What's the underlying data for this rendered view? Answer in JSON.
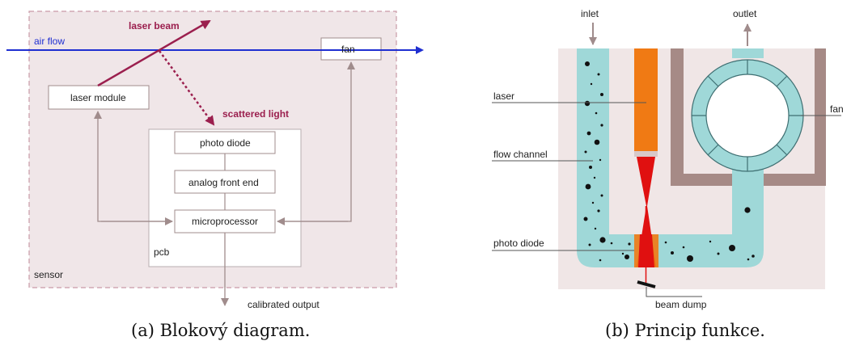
{
  "left_diagram": {
    "air_flow": "air flow",
    "laser_beam": "laser beam",
    "fan": "fan",
    "laser_module": "laser module",
    "scattered_light": "scattered light",
    "photo_diode": "photo diode",
    "analog_front_end": "analog front end",
    "microprocessor": "microprocessor",
    "pcb": "pcb",
    "sensor": "sensor",
    "calibrated_output": "calibrated output",
    "caption": "(a) Blokový diagram."
  },
  "right_diagram": {
    "inlet": "inlet",
    "outlet": "outlet",
    "laser": "laser",
    "flow_channel": "flow channel",
    "fan": "fan",
    "photo_diode": "photo diode",
    "beam_dump": "beam dump",
    "caption": "(b) Princip funkce."
  },
  "colors": {
    "sensor_fill": "#f0e6e8",
    "sensor_border": "#c99aa6",
    "air_flow": "#1f2fd1",
    "laser_beam": "#9b1f4e",
    "arrow_grey": "#a08c8c",
    "channel": "#9fd8d8",
    "laser_body": "#f07a14",
    "fan_housing": "#a68a86",
    "beam": "#e01010"
  }
}
